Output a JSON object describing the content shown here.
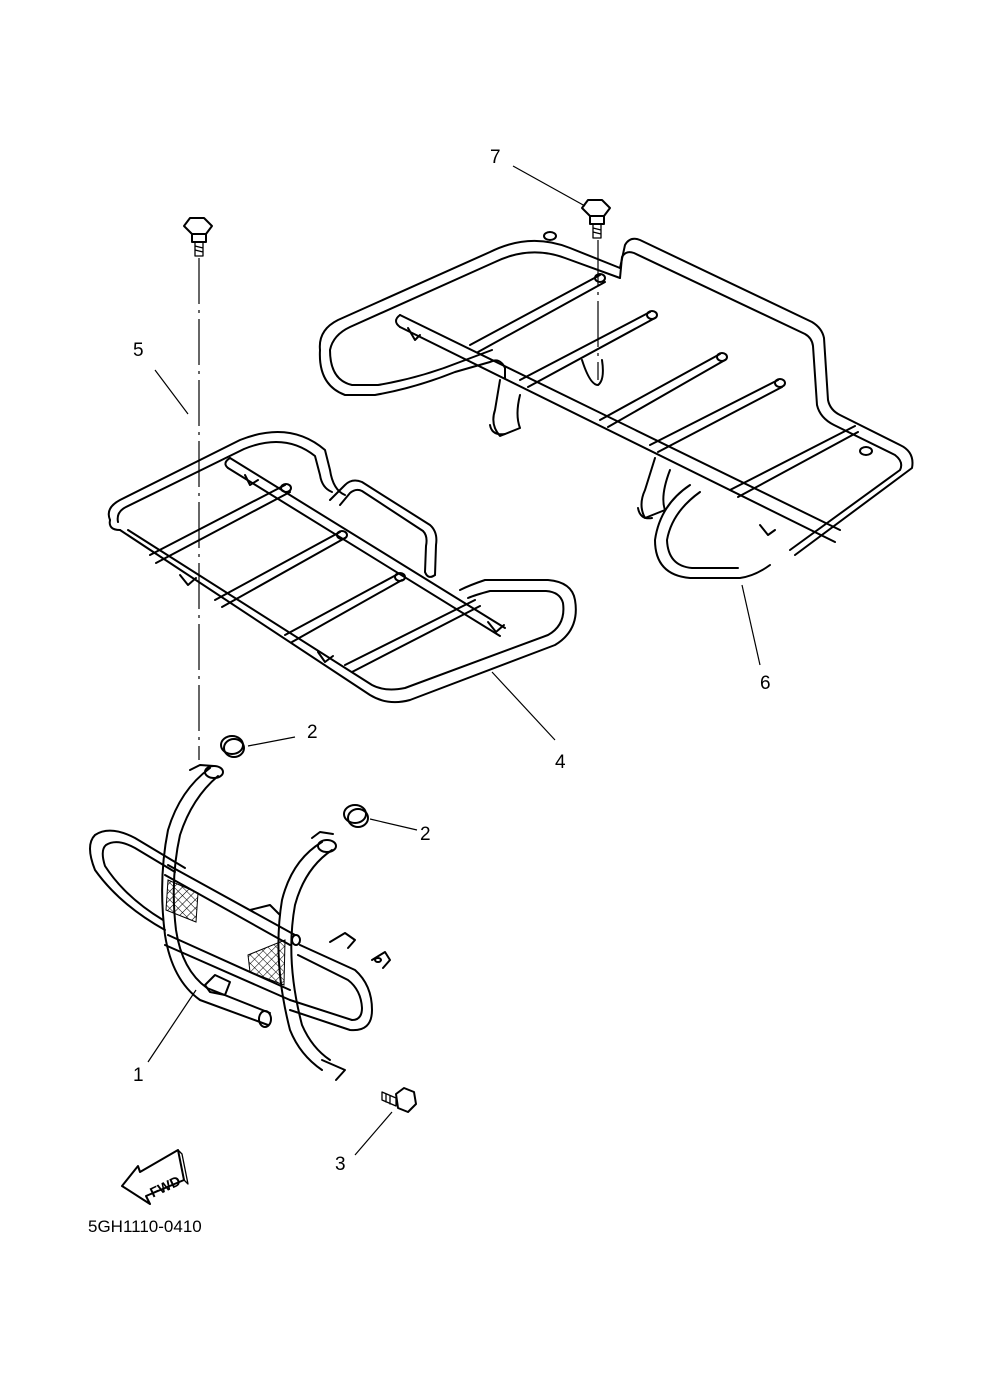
{
  "diagram": {
    "drawing_code": "5GH1110-0410",
    "fwd_arrow_label": "FWD",
    "callouts": [
      {
        "id": "1",
        "part": "front-guard"
      },
      {
        "id": "2",
        "part": "grommet-upper"
      },
      {
        "id": "2",
        "part": "grommet-right"
      },
      {
        "id": "3",
        "part": "bolt-lower"
      },
      {
        "id": "4",
        "part": "front-carrier"
      },
      {
        "id": "5",
        "part": "bolt-front-carrier"
      },
      {
        "id": "6",
        "part": "rear-carrier"
      },
      {
        "id": "7",
        "part": "bolt-rear-carrier"
      }
    ]
  }
}
